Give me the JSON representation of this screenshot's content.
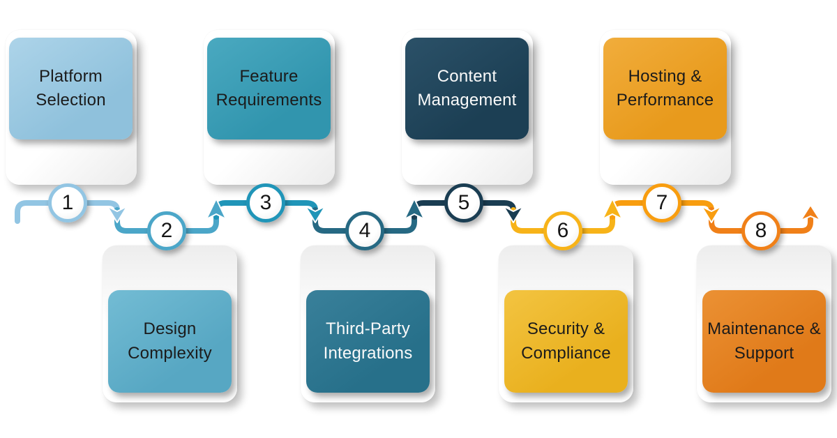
{
  "diagram": {
    "type": "process-timeline",
    "background_color": "#ffffff",
    "steps": [
      {
        "number": "1",
        "label": "Platform Selection",
        "side": "top",
        "accent": "#8FC1DC",
        "accent_light": "#ADD4E9",
        "arrow_color": "#92C5E3",
        "text": "dark"
      },
      {
        "number": "2",
        "label": "Design Complexity",
        "side": "bottom",
        "accent": "#57A7C3",
        "accent_light": "#73BCD4",
        "arrow_color": "#4BA6C8",
        "text": "dark"
      },
      {
        "number": "3",
        "label": "Feature Requirements",
        "side": "top",
        "accent": "#3195AE",
        "accent_light": "#4AA9C0",
        "arrow_color": "#2095B8",
        "text": "dark"
      },
      {
        "number": "4",
        "label": "Third-Party Integrations",
        "side": "bottom",
        "accent": "#27708A",
        "accent_light": "#39809A",
        "arrow_color": "#266983",
        "text": "light"
      },
      {
        "number": "5",
        "label": "Content Management",
        "side": "top",
        "accent": "#1C3F54",
        "accent_light": "#2B5168",
        "arrow_color": "#1A3D52",
        "text": "light"
      },
      {
        "number": "6",
        "label": "Security & Compliance",
        "side": "bottom",
        "accent": "#E9B01E",
        "accent_light": "#F3C441",
        "arrow_color": "#F7B319",
        "text": "dark"
      },
      {
        "number": "7",
        "label": "Hosting & Performance",
        "side": "top",
        "accent": "#E89A1C",
        "accent_light": "#F1AD3C",
        "arrow_color": "#F89D0F",
        "text": "dark"
      },
      {
        "number": "8",
        "label": "Maintenance & Support",
        "side": "bottom",
        "accent": "#E07A19",
        "accent_light": "#EB9134",
        "arrow_color": "#F08018",
        "text": "dark"
      }
    ]
  }
}
